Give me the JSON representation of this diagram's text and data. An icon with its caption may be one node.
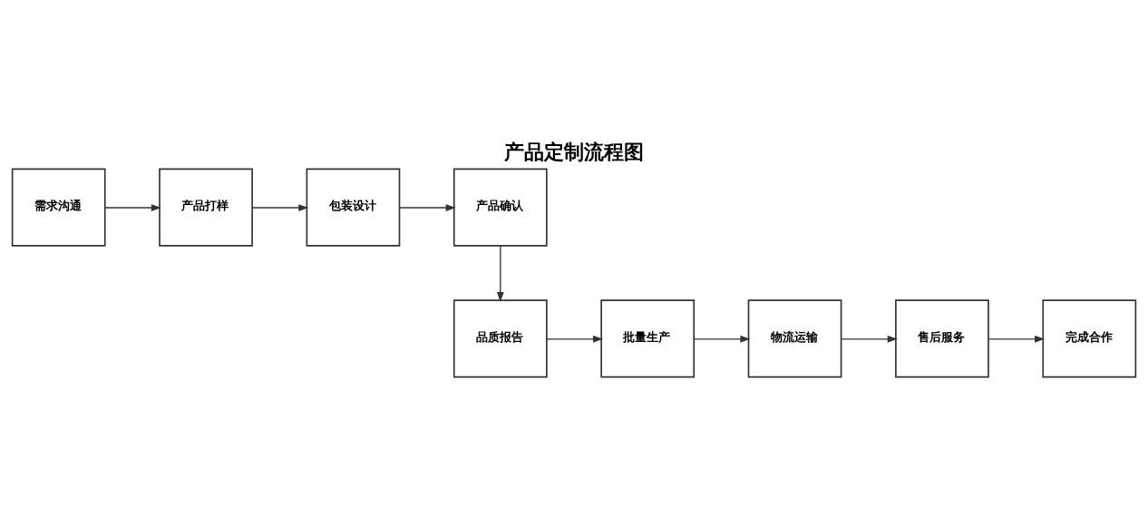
{
  "diagram": {
    "title": "产品定制流程图",
    "nodes": [
      {
        "text": [
          "需求沟通"
        ]
      },
      {
        "text": [
          "产品打样"
        ]
      },
      {
        "text": [
          "包装设计"
        ]
      },
      {
        "text": [
          "产品确认"
        ]
      },
      {
        "text": [
          "品质报告"
        ]
      },
      {
        "text": [
          "批量生产"
        ]
      },
      {
        "text": [
          "物流运输"
        ]
      },
      {
        "text": [
          "售后服务"
        ]
      },
      {
        "text": [
          "完成合作"
        ]
      }
    ],
    "edges": [
      {
        "from": 0,
        "to": 1,
        "arrow": "to"
      },
      {
        "from": 1,
        "to": 2,
        "arrow": "to"
      },
      {
        "from": 2,
        "to": 3,
        "arrow": "to"
      },
      {
        "from": 3,
        "to": 4,
        "arrow": "to"
      },
      {
        "from": 4,
        "to": 5,
        "arrow": "to"
      },
      {
        "from": 5,
        "to": 6,
        "arrow": "to"
      },
      {
        "from": 6,
        "to": 7,
        "arrow": "to"
      },
      {
        "from": 7,
        "to": 8,
        "arrow": "to"
      }
    ]
  }
}
